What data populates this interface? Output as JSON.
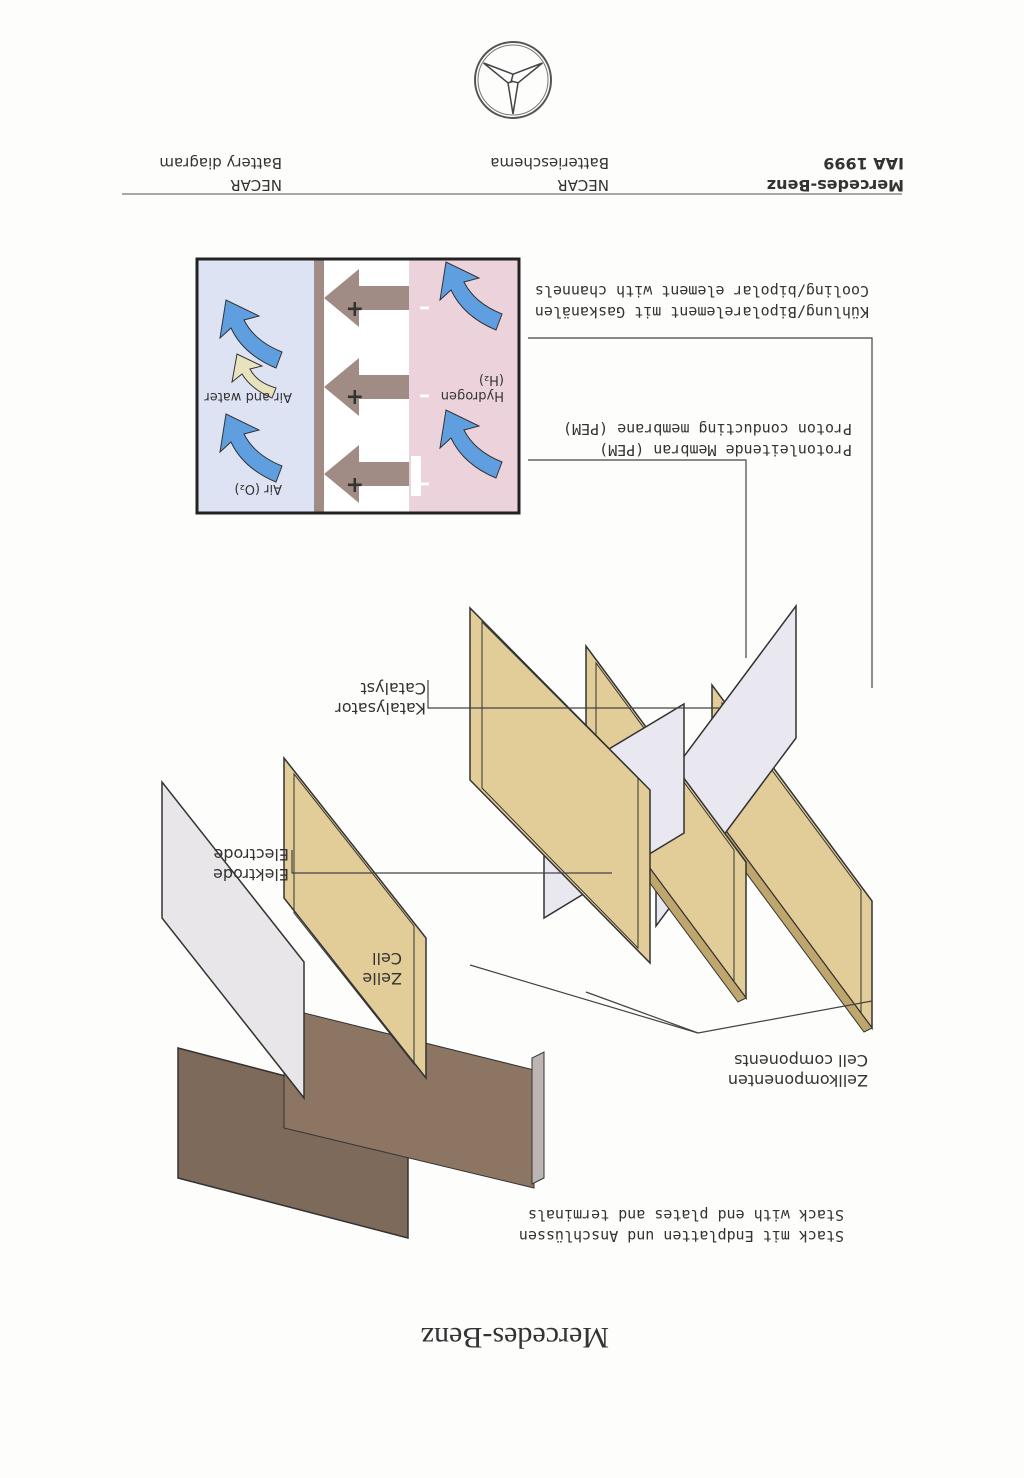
{
  "header": {
    "col1": {
      "line1": "Mercedes-Benz",
      "line2": "IAA 1999"
    },
    "col2": {
      "line1": "NECAR",
      "line2": "Batterieschema"
    },
    "col3": {
      "line1": "NECAR",
      "line2": "Battery diagram"
    }
  },
  "callouts": {
    "cooling": {
      "de": "Kühlung/Bipolarelement mit Gaskanälen",
      "en": "Cooling/bipolar element with channels"
    },
    "membrane": {
      "de": "Protonleitende Membran (PEM)",
      "en": "Proton conducting membrane (PEM)"
    },
    "catalyst": {
      "de": "Katalysator",
      "en": "Catalyst"
    },
    "electrode": {
      "de": "Elektrode",
      "en": "Electrode"
    },
    "cell": {
      "de": "Zelle",
      "en": "Cell"
    },
    "cell_components": {
      "de": "Zellkomponenten",
      "en": "Cell components"
    },
    "stack": {
      "de": "Stack mit Endplatten und Anschlüssen",
      "en": "Stack with end plates and terminals"
    }
  },
  "inset": {
    "hydrogen_label": "Hydrogen",
    "hydrogen_formula": "(H₂)",
    "air_label": "Air (O₂)",
    "air_water_label": "Air and water",
    "plus_sign": "+",
    "minus_sign": "–"
  },
  "footer": {
    "brand": "Mercedes-Benz"
  },
  "colors": {
    "plate": "#e2cd98",
    "plate_edge": "#bfa66c",
    "membrane": "#e9e8f1",
    "anode_side": "#ecd3db",
    "cathode_side": "#dde3f2",
    "proton_arrow": "#a18b85",
    "gas_arrow": "#5f9fe0",
    "water_arrow": "#e8e3bd",
    "stack_fins": "#7e6a5a"
  }
}
